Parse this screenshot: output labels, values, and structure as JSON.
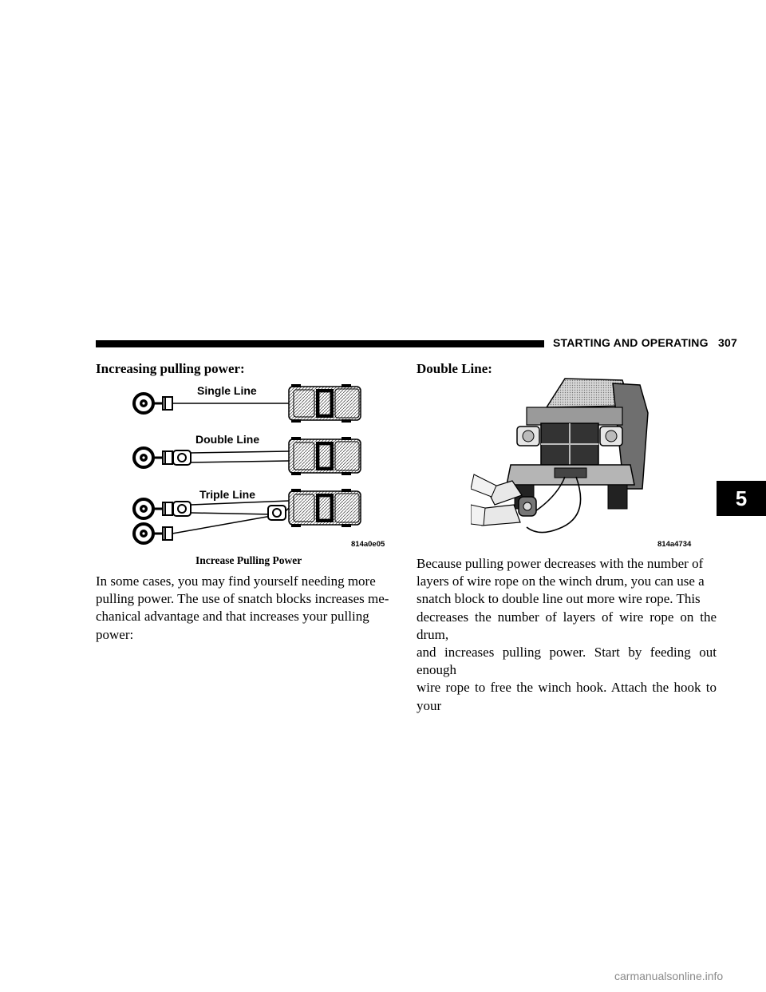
{
  "header": {
    "title": "STARTING AND OPERATING",
    "page_number": "307"
  },
  "chapter_tab": "5",
  "left_column": {
    "heading": "Increasing pulling power:",
    "figure": {
      "labels": {
        "single": "Single Line",
        "double": "Double Line",
        "triple": "Triple Line"
      },
      "code": "814a0e05",
      "caption": "Increase Pulling Power"
    },
    "paragraph_lines": [
      "In some cases, you may find yourself needing more",
      "pulling power. The use of snatch blocks increases me-",
      "chanical advantage and that increases your pulling",
      "power:"
    ]
  },
  "right_column": {
    "heading": "Double Line:",
    "figure": {
      "code": "814a4734"
    },
    "paragraph_lines": [
      "Because pulling power decreases with the number of",
      "layers of wire rope on the winch drum, you can use a",
      "snatch block to double line out more wire rope. This",
      "decreases the number of layers of wire rope on the drum,",
      "and increases pulling power. Start by feeding out enough",
      "wire rope to free the winch hook. Attach the hook to your"
    ]
  },
  "watermark": "carmanualsonline.info"
}
